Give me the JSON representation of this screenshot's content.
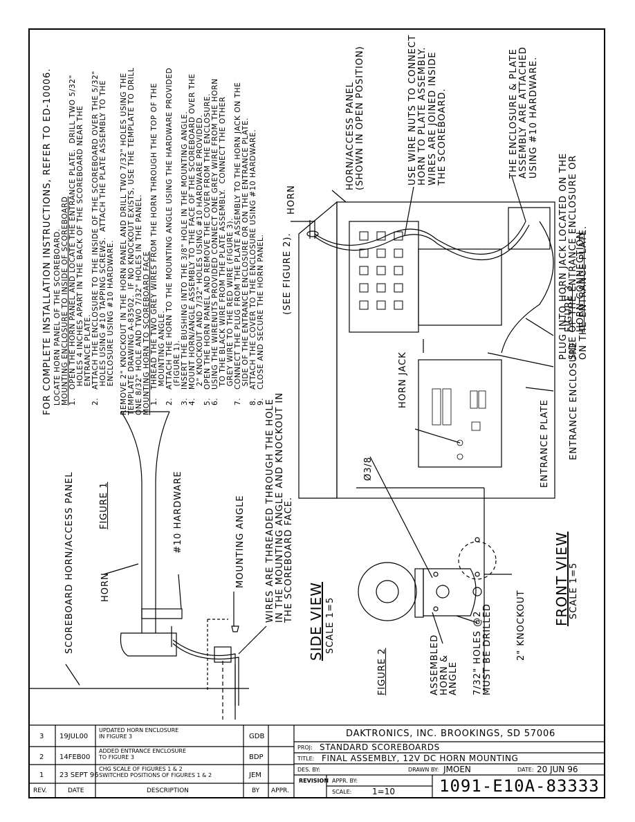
{
  "notes": {
    "heading": "FOR COMPLETE INSTALLATION INSTRUCTIONS, REFER TO ED-10006.",
    "step1": "LOCATE HORN PANEL OF THE SCOREBOARD.",
    "mount_enclosure_heading": "MOUNTING ENCLOSURE TO INSIDE OF SCOREBOARD",
    "enclosure_steps": [
      "1.   OPEN THE HORN PANEL AND LOCATE THE ENTRANCE PLATE.  DRILL TWO 5/32\"",
      "       HOLES 4 INCHES APART IN THE BACK OF THE SCOREBOARD NEAR THE",
      "       ENTRANCE PLATE.",
      "2.   ATTACH THE ENCLOSURE TO THE INSIDE OF THE SCOREBOARD OVER THE 5/32\"",
      "       HOLES USING #10 TAPPING SCREWS.  ATTACH THE PLATE ASSEMBLY TO THE",
      "       ENCLOSURE USING #10 HARDWARE."
    ],
    "knockout_para": [
      "REMOVE 2\" KNOCKOUT IN THE HORN PANEL AND DRILL TWO 7/32\" HOLES USING THE",
      "TEMPLATE DRAWING A-83502.  IF NO KNOCKOUT EXISTS, USE THE TEMPLATE TO DRILL",
      "ONE 8/32\" HOLE AND TWO 7/32\" HOLES IN THE PANEL."
    ],
    "mount_horn_heading": "MOUNTING HORN TO SCOREBOARD FACE",
    "horn_steps": [
      "1.   THREAD THE TWO GREY WIRES FROM THE HORN THROUGH THE TOP OF THE",
      "       MOUNTING ANGLE.",
      "2.   ATTACH THE HORN TO THE MOUNTING ANGLE USING THE HARDWARE PROVIDED",
      "       (FIGURE 1).",
      "3.   INSERT THE BUSHING INTO THE 3/8\" HOLE IN THE MOUNTING ANGLE.",
      "4.   MOUNT HORN/ANGLE ASSEMBLY TO THE FACE OF THE SCOREBOARD OVER THE",
      "       2\" KNOCKOUT AND 7/32\" HOLES USING #10 HARDWARE PROVIDED.",
      "5.   OPEN THE HORN PANEL AND REMOVE THE COVER FROM THE ENCLOSURE.",
      "6.   USING THE WIRENUTS PROVIDED CONNECT ONE GREY WIRE FROM THE HORN",
      "       TO THE BLACK WIRE FROM THE PLATE ASSEMBLY.  CONNECT THE OTHER",
      "       GREY WIRE TO THE RED WIRE (FIGURE 3).",
      "7.   CONNECT THE PLUG FROM THE PLATE ASSEMBLY TO THE HORN JACK ON THE",
      "       SIDE OF THE ENTRANCE ENCLOSURE OR ON THE ENTRANCE PLATE.",
      "8.   ATTACH THE COVER TO THE ENCLOSURE USING #10 HARDWARE.",
      "9.   CLOSE AND SECURE THE HORN PANEL."
    ]
  },
  "figure1": {
    "title": "FIGURE 1",
    "panel_label": "SCOREBOARD HORN/ACCESS PANEL",
    "horn": "HORN",
    "hardware": "#10 HARDWARE",
    "angle": "MOUNTING ANGLE",
    "wires": [
      "WIRES ARE THREADED THROUGH THE HOLE",
      "IN THE MOUNTING ANGLE AND KNOCKOUT IN",
      "THE SCOREBOARD FACE."
    ]
  },
  "figure2": {
    "title": "FIGURE 2",
    "side_view": "SIDE VIEW",
    "side_scale": "SCALE 1=5",
    "front_view": "FRONT VIEW",
    "front_scale": "SCALE 1=5",
    "hole": "Ø3/8",
    "assembled": [
      "ASSEMBLED",
      "HORN &",
      "ANGLE"
    ],
    "holes": [
      "7/32\" HOLES @2",
      "MUST BE DRILLED"
    ],
    "knockout": "2\" KNOCKOUT"
  },
  "figure3": {
    "title": "FIGURE 3",
    "subtitle": "HORN CONNECTION",
    "see": "(SEE FIGURE 2).",
    "horn": "HORN",
    "panel": [
      "HORN/ACCESS PANEL",
      "(SHOWN IN OPEN POSITION)"
    ],
    "wirenuts": [
      "USE WIRE NUTS TO CONNECT",
      "HORN TO PLATE ASSEMBLY.",
      "WIRES ARE JOINED INSIDE",
      "THE SCOREBOARD."
    ],
    "enclosure_plate": [
      "THE ENCLOSURE & PLATE",
      "ASSEMBLY ARE ATTACHED",
      "USING #10 HARDWARE."
    ],
    "plug": [
      "PLUG INTO HORN JACK LOCATED ON THE",
      "SIDE OF THE ENTRANCE ENCLOSURE OR",
      "ON THE ENTRANCE PLATE."
    ],
    "horn_jack": "HORN JACK",
    "entrance_plate": "ENTRANCE PLATE",
    "entrance_enclosure": "ENTRANCE ENCLOSURE"
  },
  "revisions": [
    {
      "rev": "3",
      "date": "19JUL00",
      "desc": [
        "UPDATED HORN ENCLOSURE",
        "IN FIGURE 3"
      ],
      "by": "GDB",
      "appr": ""
    },
    {
      "rev": "2",
      "date": "14FEB00",
      "desc": [
        "ADDED ENTRANCE ENCLOSURE",
        "TO FIGURE 3"
      ],
      "by": "BDP",
      "appr": ""
    },
    {
      "rev": "1",
      "date": "23 SEPT 96",
      "desc": [
        "CHG SCALE OF FIGURES 1 & 2",
        "SWITCHED POSITIONS OF FIGURES 1 & 2"
      ],
      "by": "JEM",
      "appr": ""
    }
  ],
  "rev_headers": {
    "rev": "REV.",
    "date": "DATE",
    "desc": "DESCRIPTION",
    "by": "BY",
    "appr": "APPR."
  },
  "title_block": {
    "company": "DAKTRONICS, INC.   BROOKINGS, SD 57006",
    "proj_label": "PROJ:",
    "proj": "STANDARD SCOREBOARDS",
    "title_label": "TITLE:",
    "title": "FINAL ASSEMBLY, 12V DC HORN MOUNTING",
    "des_label": "DES. BY:",
    "drawn_label": "DRAWN BY:",
    "drawn": "JMOEN",
    "date_label": "DATE:",
    "date": "20 JUN 96",
    "revision_label": "REVISION",
    "appr_label": "APPR. BY:",
    "scale_label": "SCALE:",
    "scale": "1=10",
    "drawing_no": "1091-E10A-83333"
  }
}
